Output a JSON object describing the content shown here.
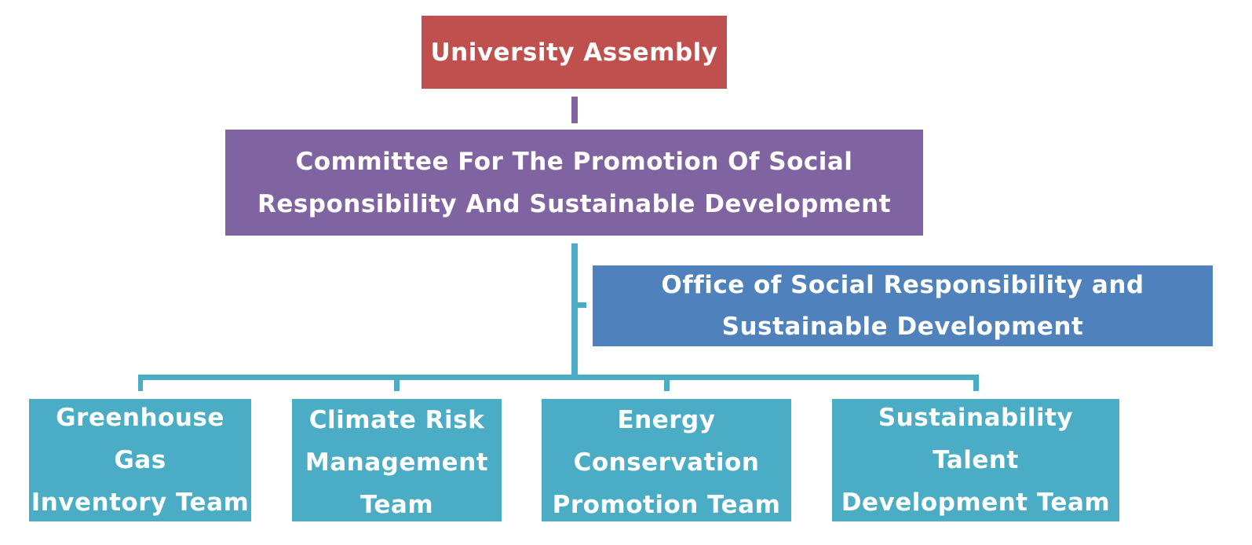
{
  "colors": {
    "assembly": "#C0504D",
    "committee": "#8064A2",
    "office": "#4F81BD",
    "teams": "#4BACC6",
    "connector_top": "#8064A2",
    "connector_main": "#4BACC6",
    "text": "#FFFFFF"
  },
  "chart": {
    "root": {
      "label": "University Assembly"
    },
    "committee": {
      "label": "Committee For The Promotion Of Social\nResponsibility And Sustainable Development"
    },
    "office": {
      "label": "Office of Social Responsibility and\nSustainable Development",
      "relation": "assistant"
    },
    "teams": [
      {
        "label": "Greenhouse Gas\nInventory Team"
      },
      {
        "label": "Climate Risk\nManagement\nTeam"
      },
      {
        "label": "Energy\nConservation\nPromotion Team"
      },
      {
        "label": "Sustainability Talent\nDevelopment Team"
      }
    ]
  }
}
